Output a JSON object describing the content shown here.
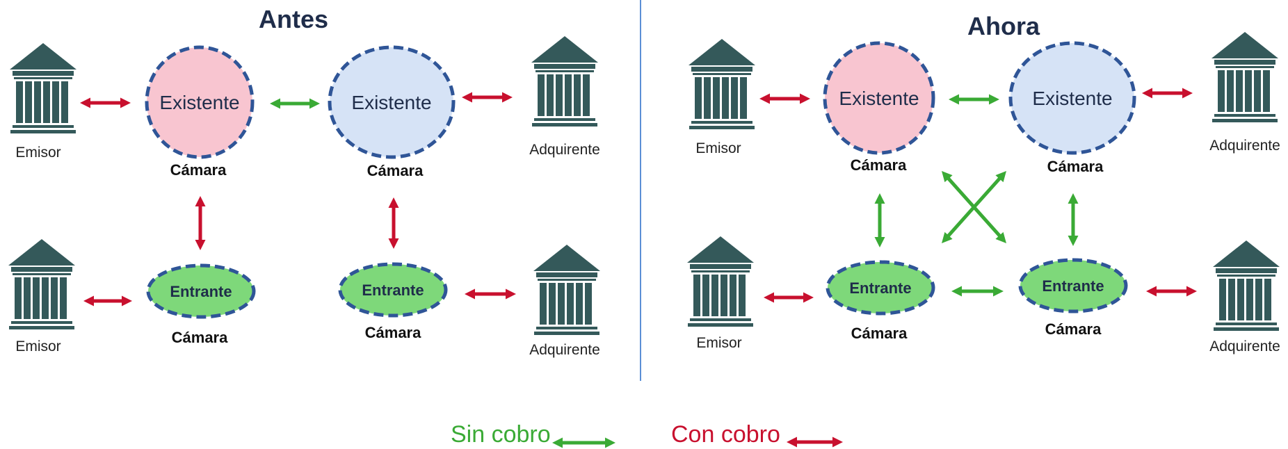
{
  "colors": {
    "free_arrow": "#3aaa35",
    "paid_arrow": "#c8102e",
    "existing_issuer_fill": "#f8c5d0",
    "existing_acquirer_fill": "#d6e3f6",
    "incoming_fill": "#7ed87a",
    "node_border": "#2f5597",
    "building": "#34595a",
    "divider": "#5b8fd6"
  },
  "icons": {
    "institution": "bank-building-icon"
  },
  "before": {
    "title": "Antes",
    "issuer_top": "Emisor",
    "issuer_bottom": "Emisor",
    "acquirer_top": "Adquirente",
    "acquirer_bottom": "Adquirente",
    "existing_issuer_node": "Existente",
    "existing_acquirer_node": "Existente",
    "incoming_issuer_node": "Entrante",
    "incoming_acquirer_node": "Entrante",
    "cam_existing_issuer": "Cámara",
    "cam_existing_acquirer": "Cámara",
    "cam_incoming_issuer": "Cámara",
    "cam_incoming_acquirer": "Cámara"
  },
  "after": {
    "title": "Ahora",
    "issuer_top": "Emisor",
    "issuer_bottom": "Emisor",
    "acquirer_top": "Adquirente",
    "acquirer_bottom": "Adquirente",
    "existing_issuer_node": "Existente",
    "existing_acquirer_node": "Existente",
    "incoming_issuer_node": "Entrante",
    "incoming_acquirer_node": "Entrante",
    "cam_existing_issuer": "Cámara",
    "cam_existing_acquirer": "Cámara",
    "cam_incoming_issuer": "Cámara",
    "cam_incoming_acquirer": "Cámara"
  },
  "legend": {
    "free": "Sin cobro",
    "paid": "Con cobro"
  }
}
